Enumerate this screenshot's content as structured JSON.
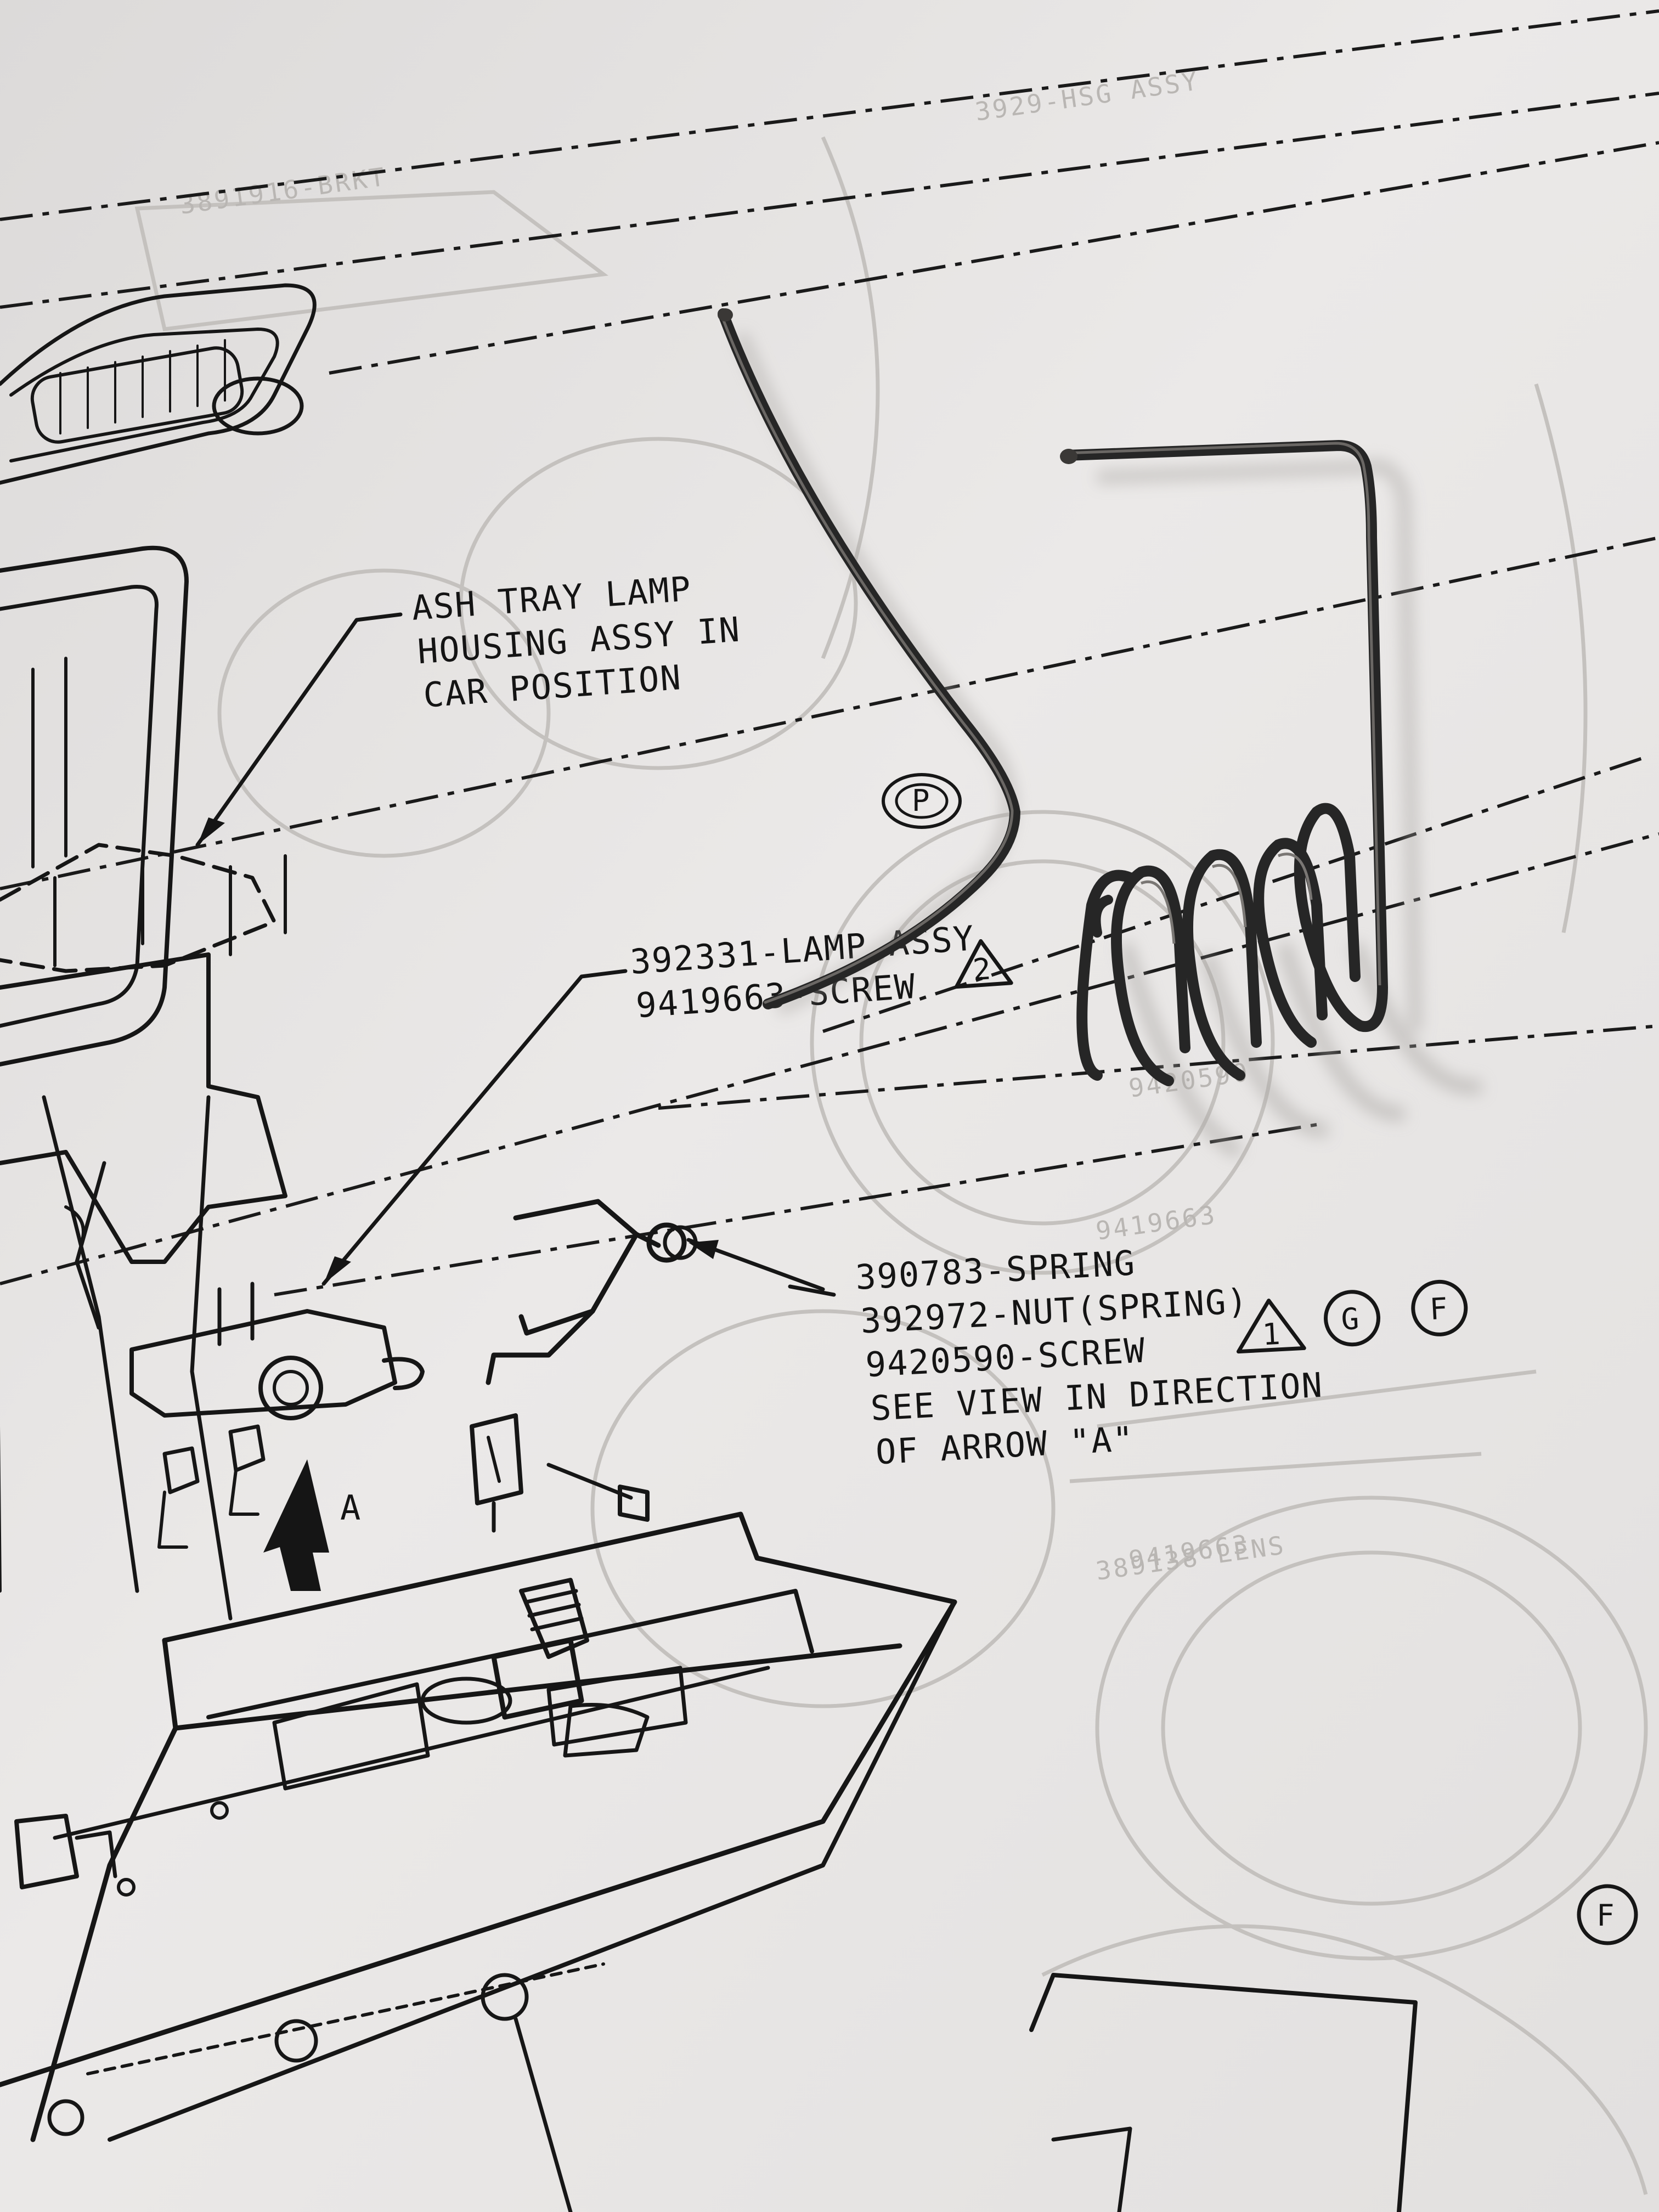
{
  "callouts": {
    "ash_tray": {
      "line1": "ASH TRAY LAMP",
      "line2": "HOUSING ASSY IN",
      "line3": "CAR POSITION"
    },
    "lamp": {
      "line1": "392331-LAMP ASSY",
      "line2": "9419663-SCREW",
      "triangle_number": "2"
    },
    "spring": {
      "line1": "390783-SPRING",
      "line2": "392972-NUT(SPRING)",
      "line3": "9420590-SCREW",
      "line4": "SEE VIEW IN DIRECTION",
      "line5": "OF ARROW \"A\"",
      "triangle_number": "1",
      "circle_g": "G",
      "circle_f": "F"
    },
    "arrow_label": "A",
    "circle_f_lower": "F",
    "circle_p": "P"
  },
  "colors": {
    "paper": "#e9e7e6",
    "ink": "#161616",
    "ghost_bleed": "#c4c1be",
    "wire": "#2b2b2b",
    "wire_highlight": "#6a6764",
    "shadow": "#b7b4b1"
  }
}
